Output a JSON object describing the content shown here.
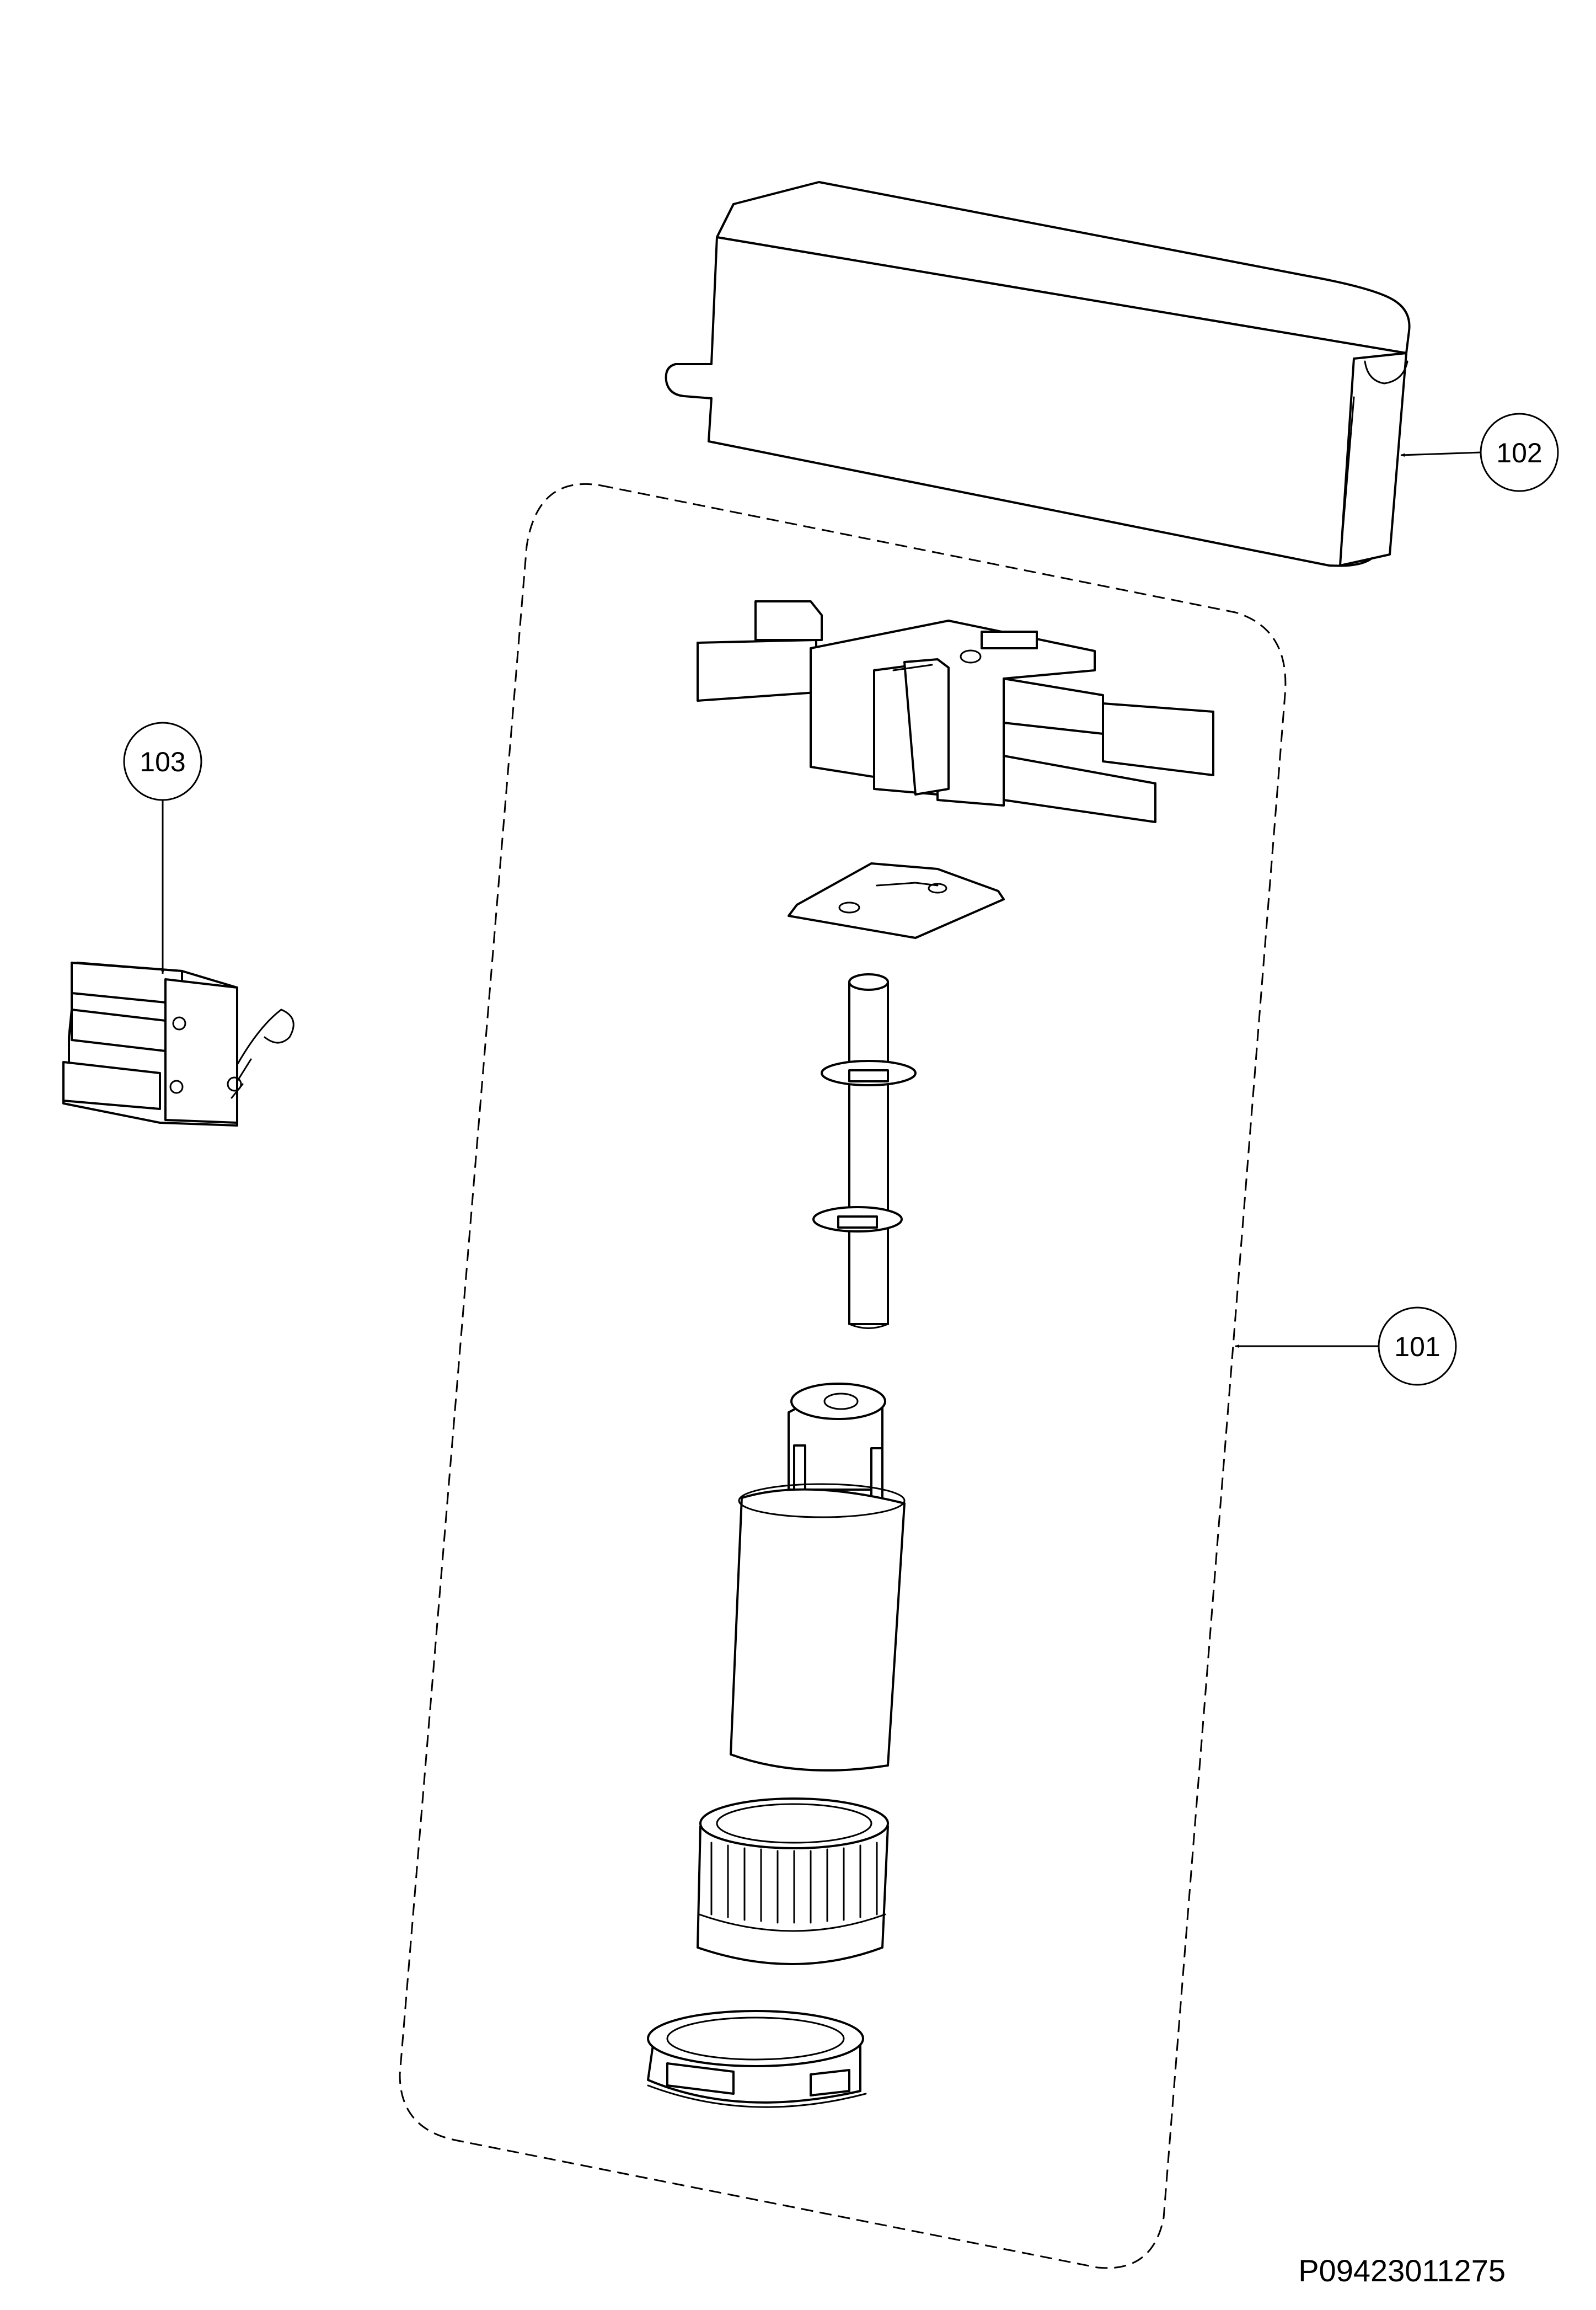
{
  "diagram": {
    "callouts": {
      "c101": "101",
      "c102": "102",
      "c103": "103"
    },
    "reference_code": "P09423011275"
  }
}
